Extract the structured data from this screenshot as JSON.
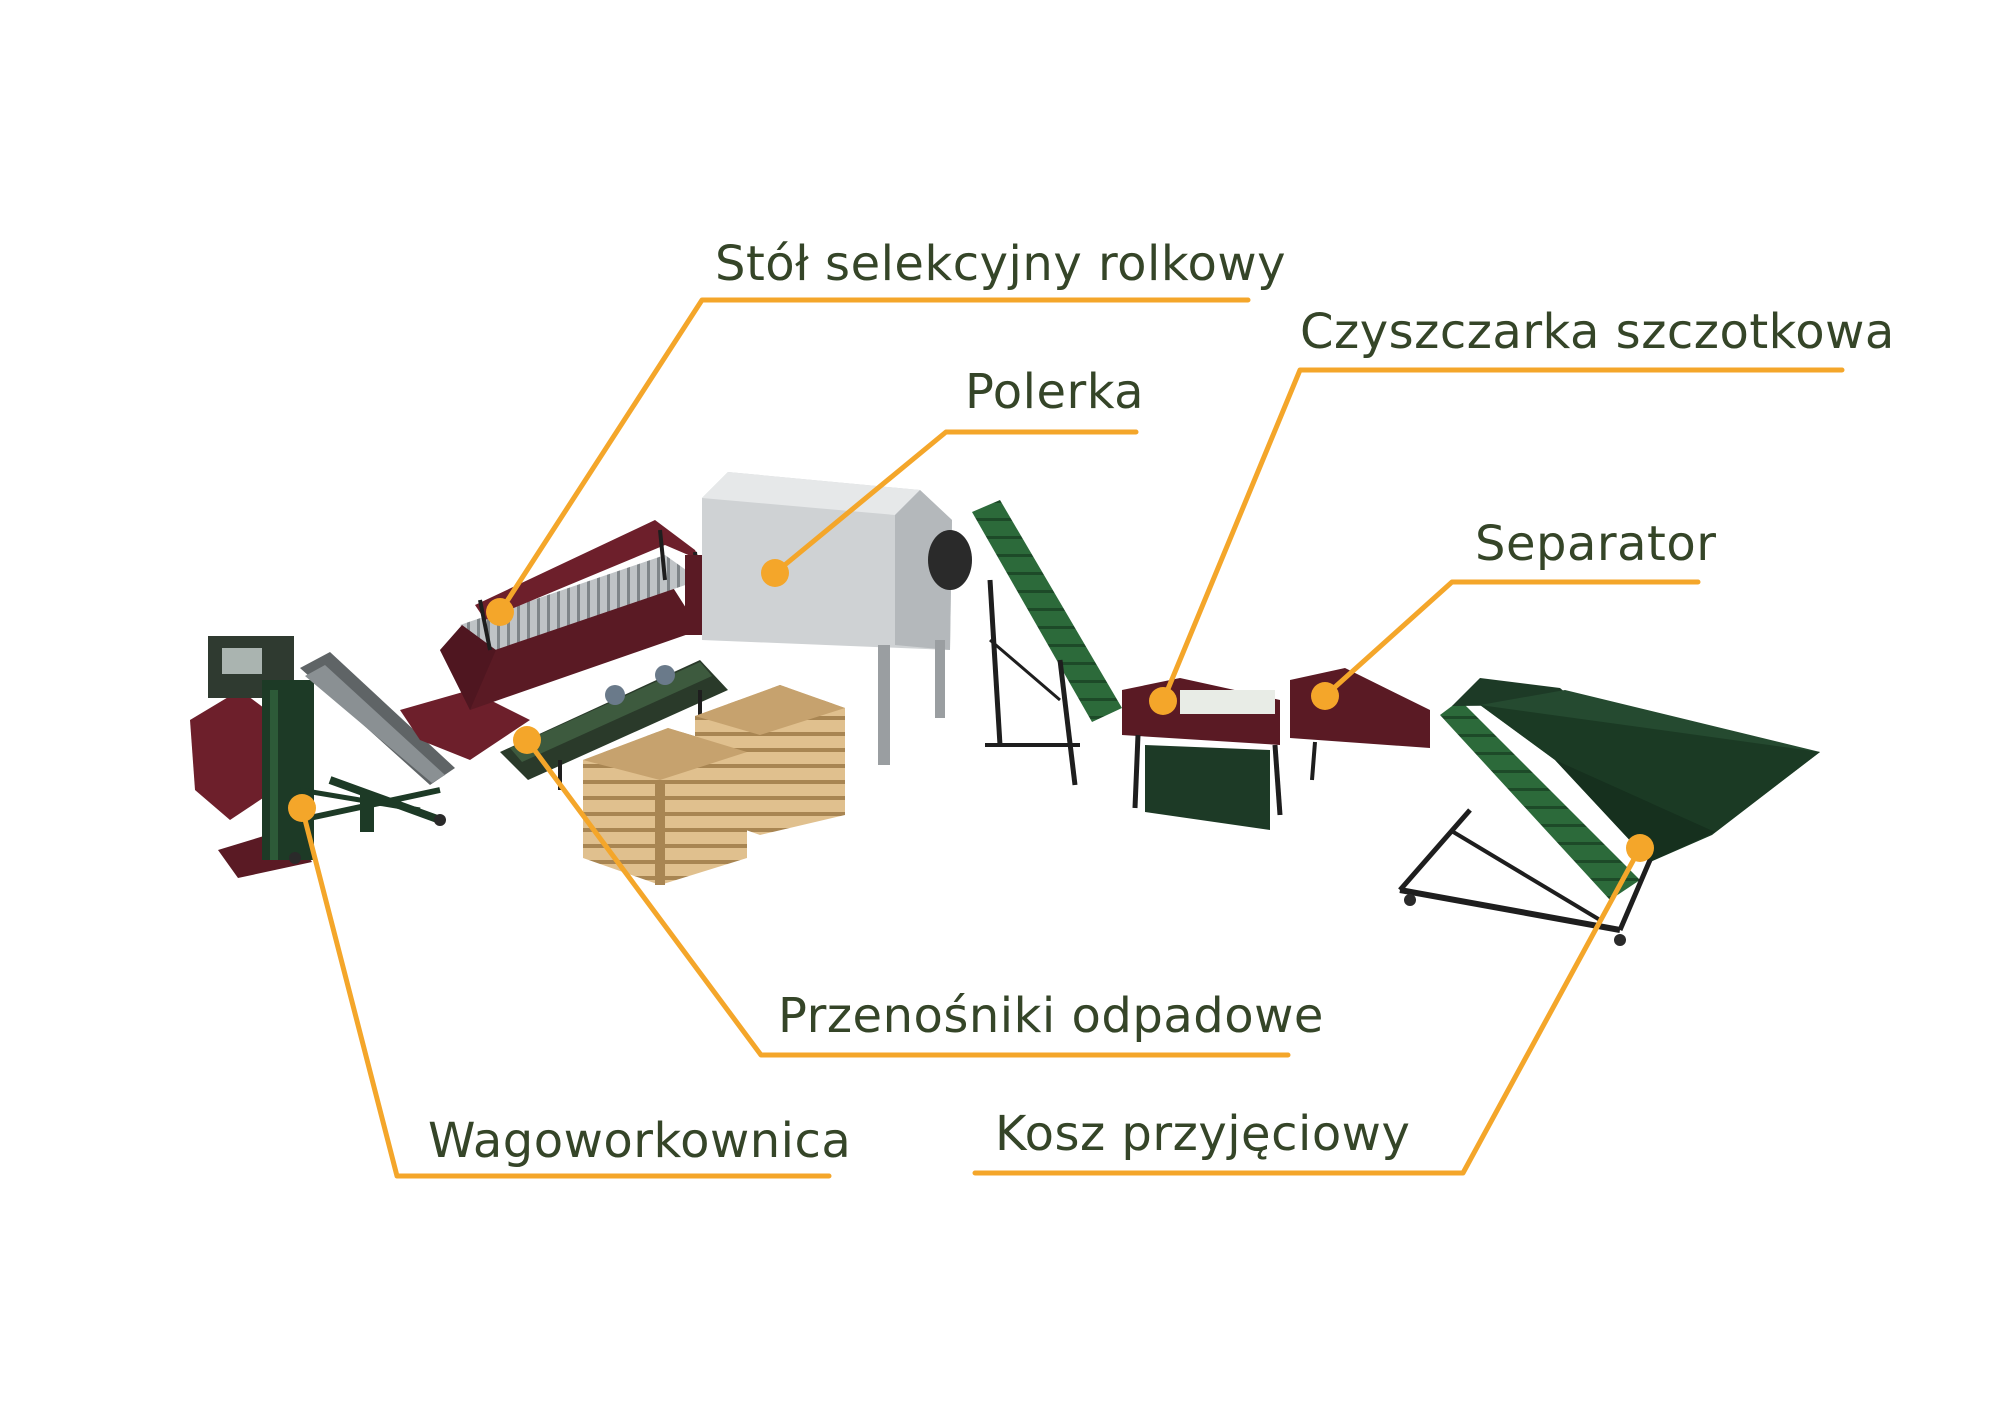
{
  "diagram": {
    "accent_color": "#f4a62a",
    "label_color": "#354528",
    "labels": {
      "stol": "Stół selekcyjny rolkowy",
      "polerka": "Polerka",
      "czyszczarka": "Czyszczarka szczotkowa",
      "separator": "Separator",
      "przenosniki": "Przenośniki odpadowe",
      "wagoworkownica": "Wagoworkownica",
      "kosz": "Kosz przyjęciowy"
    }
  }
}
